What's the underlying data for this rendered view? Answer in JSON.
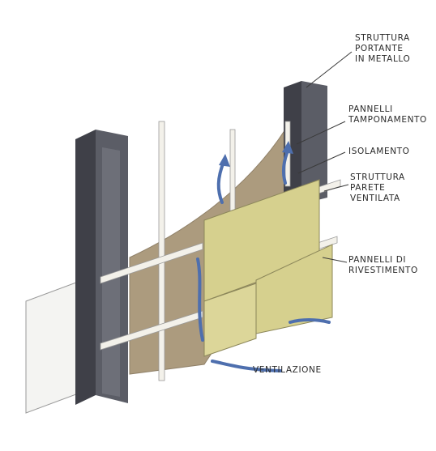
{
  "diagram": {
    "labels": {
      "struttura_portante": [
        "STRUTTURA",
        "PORTANTE",
        "IN METALLO"
      ],
      "pannelli_tamponamento": [
        "PANNELLI",
        "TAMPONAMENTO"
      ],
      "isolamento": [
        "ISOLAMENTO"
      ],
      "struttura_parete_ventilata": [
        "STRUTTURA",
        "PARETE",
        "VENTILATA"
      ],
      "pannelli_rivestimento": [
        "PANNELLI DI",
        "RIVESTIMENTO"
      ],
      "ventilazione": [
        "VENTILAZIONE"
      ]
    },
    "colors": {
      "steel": "#5b5d66",
      "steel_dark": "#3f4048",
      "insulation": "#a89678",
      "cladding": "#d6d08e",
      "rail": "#f3f1ea",
      "airflow": "#4e6fae",
      "ink": "#2a2a2a"
    },
    "icons": [
      "ventilation-arrow-icon"
    ]
  }
}
